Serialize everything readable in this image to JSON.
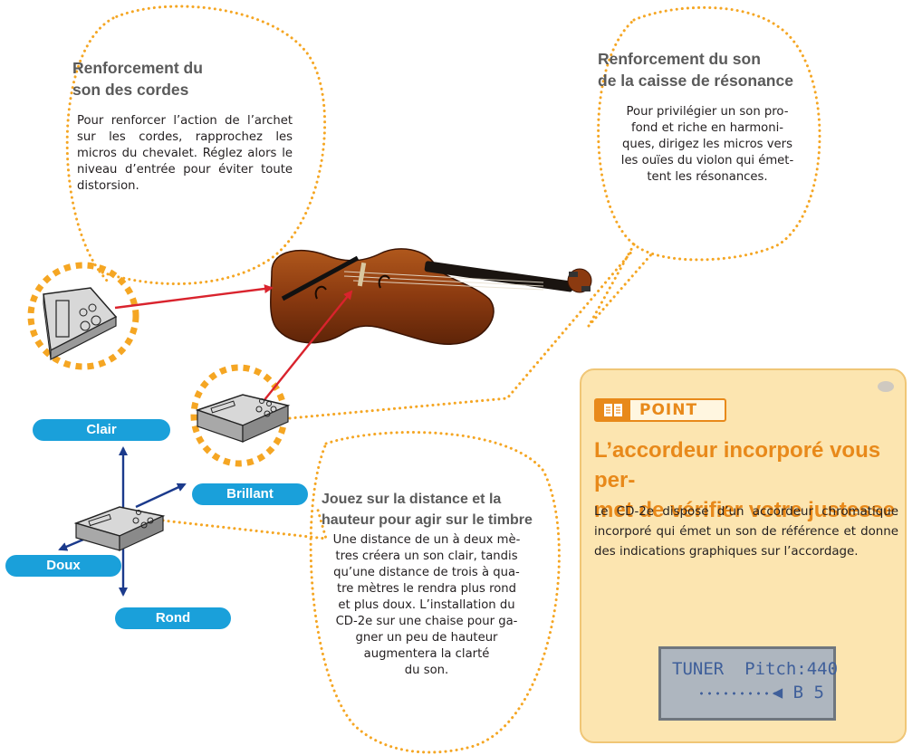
{
  "callouts": {
    "strings": {
      "title_line1": "Renforcement du",
      "title_line2": "son des cordes",
      "body": "Pour renforcer l’action de l’archet sur les cordes, rapprochez les micros du chevalet. Réglez alors le niveau d’entrée pour éviter toute distorsion."
    },
    "body": {
      "title_line1": "Renforcement du son",
      "title_line2": "de la caisse de résonance",
      "body_lines": [
        "Pour privilégier un son pro-",
        "fond et riche en harmoni-",
        "ques, dirigez les micros vers",
        "les ouïes du violon qui émet-",
        "tent les résonances."
      ]
    },
    "timbre": {
      "title_line1": "Jouez sur la distance et la",
      "title_line2": "hauteur pour agir sur le timbre",
      "body_lines": [
        "Une distance de un à deux mè-",
        "tres créera un son clair, tandis",
        "qu’une distance de trois à qua-",
        "tre mètres le rendra plus rond",
        "et plus doux. L’installation du",
        "CD-2e sur une chaise pour ga-",
        "gner un peu de hauteur",
        "augmentera la clarté",
        "du son."
      ]
    }
  },
  "direction_labels": {
    "clair": "Clair",
    "brillant": "Brillant",
    "doux": "Doux",
    "rond": "Rond"
  },
  "point": {
    "badge": "POINT",
    "heading_line1": "L’accordeur incorporé vous per-",
    "heading_line2": "met de vérifier votre justesse",
    "body": "Le CD-2e dispose d’un accordeur chromatique incorporé qui émet un son de référence et donne des indications graphiques sur l’accordage.",
    "lcd_line1": "TUNER  Pitch:440",
    "lcd_line2": "◀ B 5"
  },
  "colors": {
    "dotted": "#f5a623",
    "arrow_red": "#d9232d",
    "arrow_blue": "#1b3a8c",
    "label_blue": "#1aa0da",
    "title_gray": "#5a5a5a",
    "point_orange": "#e8891a",
    "point_bg": "#fce5b0",
    "violin": "#8b3a10"
  }
}
